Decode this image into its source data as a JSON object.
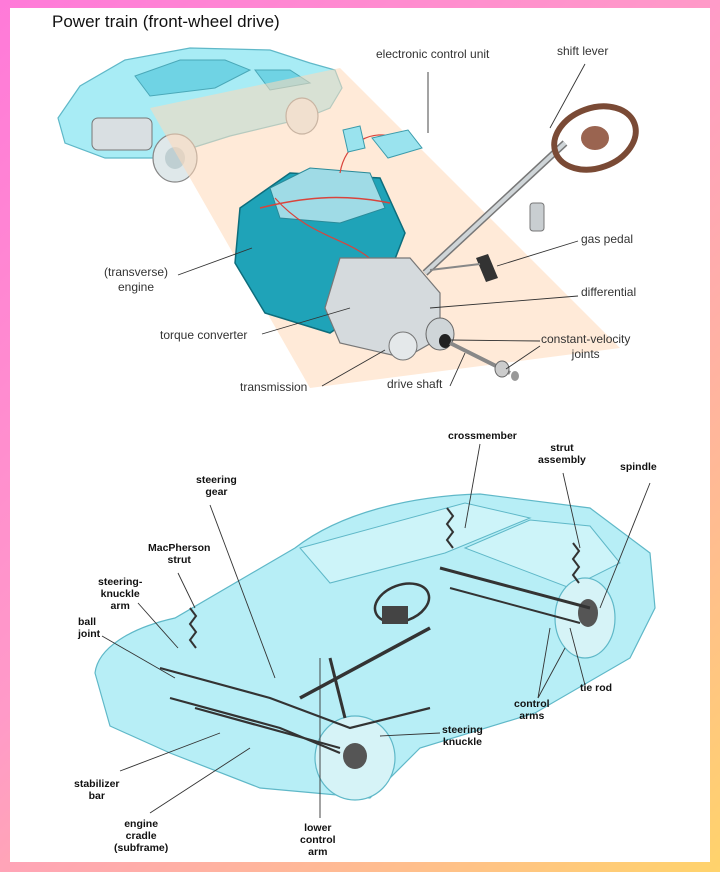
{
  "title": "Power train (front-wheel drive)",
  "colors": {
    "accent": "#7fe0ee",
    "engine": "#1fa3b8",
    "hub": "#333333"
  },
  "powertrain": {
    "labels": {
      "ecu": "electronic control unit",
      "shift_lever": "shift lever",
      "gas_pedal": "gas pedal",
      "engine": "(transverse)\nengine",
      "differential": "differential",
      "torque_converter": "torque converter",
      "cv_joints": "constant-velocity\njoints",
      "transmission": "transmission",
      "drive_shaft": "drive shaft"
    }
  },
  "suspension": {
    "labels": {
      "crossmember": "crossmember",
      "strut_assembly": "strut\nassembly",
      "spindle": "spindle",
      "steering_gear": "steering\ngear",
      "macpherson_strut": "MacPherson\nstrut",
      "steering_knuckle_arm": "steering-\nknuckle\narm",
      "ball_joint": "ball\njoint",
      "tie_rod": "tie rod",
      "control_arms": "control\narms",
      "steering_knuckle": "steering\nknuckle",
      "stabilizer_bar": "stabilizer\nbar",
      "engine_cradle": "engine\ncradle\n(subframe)",
      "lower_control_arm": "lower\ncontrol\narm"
    }
  }
}
